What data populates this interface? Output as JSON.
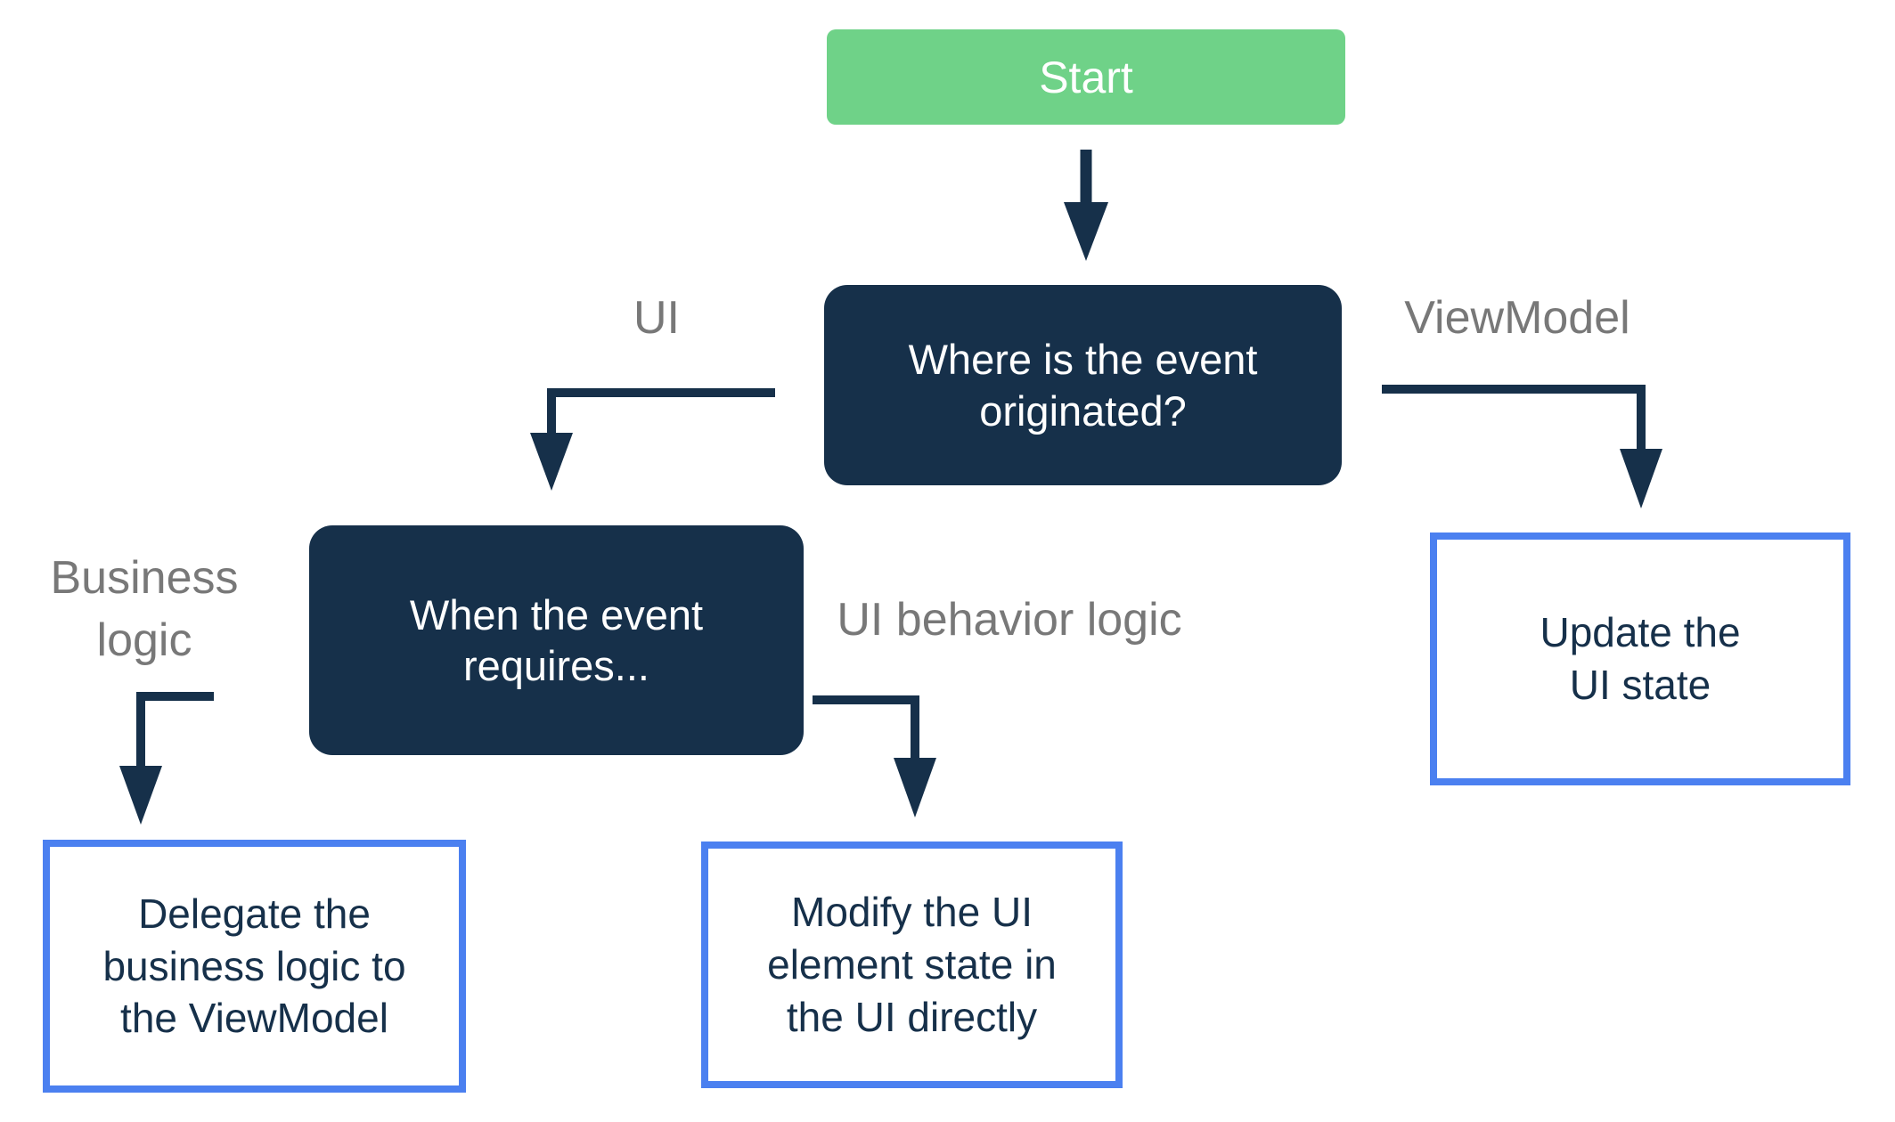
{
  "palette": {
    "green": "#6fd288",
    "navy": "#16304a",
    "blue": "#4b80f0",
    "gray": "#787878",
    "white": "#ffffff"
  },
  "nodes": {
    "start": {
      "label": "Start"
    },
    "question": {
      "lines": [
        "Where is the event",
        "originated?"
      ]
    },
    "when": {
      "lines": [
        "When the event",
        "requires..."
      ]
    },
    "update": {
      "lines": [
        "Update the",
        "UI state"
      ]
    },
    "delegate": {
      "lines": [
        "Delegate the",
        "business logic to",
        "the ViewModel"
      ]
    },
    "modify": {
      "lines": [
        "Modify the UI",
        "element state in",
        "the UI directly"
      ]
    }
  },
  "edge_labels": {
    "ui": "UI",
    "viewmodel": "ViewModel",
    "business_logic_lines": [
      "Business",
      "logic"
    ],
    "ui_behavior": "UI behavior logic"
  }
}
